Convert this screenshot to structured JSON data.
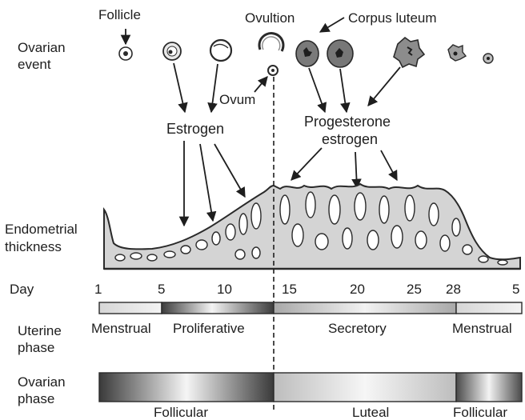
{
  "labels": {
    "follicle": "Follicle",
    "ovarian_event_1": "Ovarian",
    "ovarian_event_2": "event",
    "ovulation": "Ovultion",
    "corpus_luteum": "Corpus luteum",
    "ovum": "Ovum",
    "estrogen": "Estrogen",
    "progesterone_1": "Progesterone",
    "progesterone_2": "estrogen",
    "endometrial_1": "Endometrial",
    "endometrial_2": "thickness",
    "day": "Day",
    "uterine_phase_1": "Uterine",
    "uterine_phase_2": "phase",
    "ovarian_phase_1": "Ovarian",
    "ovarian_phase_2": "phase"
  },
  "days": [
    "1",
    "5",
    "10",
    "15",
    "20",
    "25",
    "28",
    "5"
  ],
  "uterine_phases": {
    "menstrual_1": "Menstrual",
    "proliferative": "Proliferative",
    "secretory": "Secretory",
    "menstrual_2": "Menstrual"
  },
  "ovarian_phases": {
    "follicular_1": "Follicular",
    "luteal": "Luteal",
    "follicular_2": "Follicular"
  },
  "colors": {
    "stroke": "#2a2a2a",
    "tissue_fill": "#cfcfcf",
    "dark_bar": "#4a4a4a",
    "light_bar": "#e6e6e6"
  }
}
